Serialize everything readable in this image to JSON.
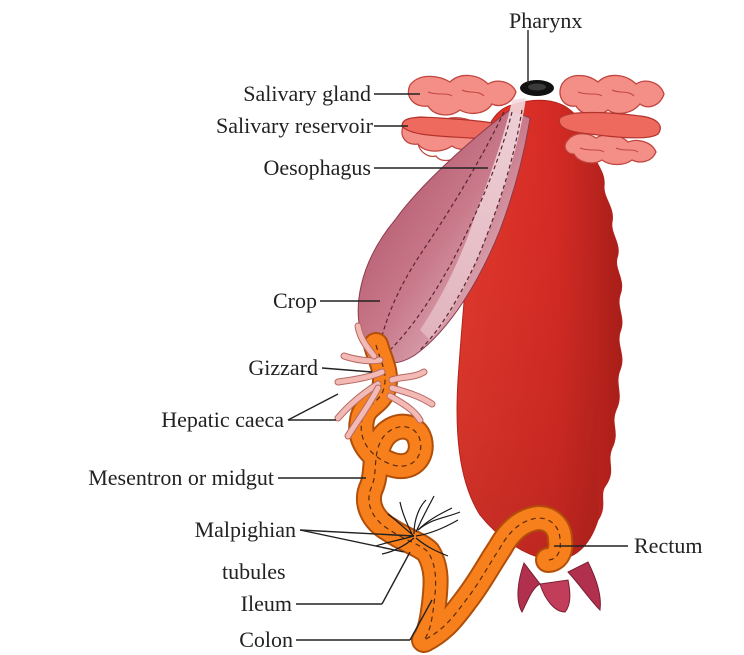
{
  "labels": {
    "pharynx": "Pharynx",
    "salivary_gland": "Salivary gland",
    "salivary_reservoir": "Salivary reservoir",
    "oesophagus": "Oesophagus",
    "crop": "Crop",
    "gizzard": "Gizzard",
    "hepatic_caeca": "Hepatic caeca",
    "mesentron": "Mesentron or midgut",
    "malpighian_line1": "Malpighian",
    "malpighian_line2": "tubules",
    "ileum": "Ileum",
    "colon": "Colon",
    "rectum": "Rectum"
  },
  "colors": {
    "body": "#d42a24",
    "body_dark": "#9e1d18",
    "crop": "#b45a6e",
    "crop_light": "#e7c3cc",
    "gut": "#f7801c",
    "gut_edge": "#b04e0a",
    "gland": "#f48f87",
    "gland_edge": "#c0463f",
    "caeca": "#f2b9b5",
    "rectal_lobes": "#b0304d",
    "tubules": "#1a1a1a",
    "leader": "#222222"
  }
}
